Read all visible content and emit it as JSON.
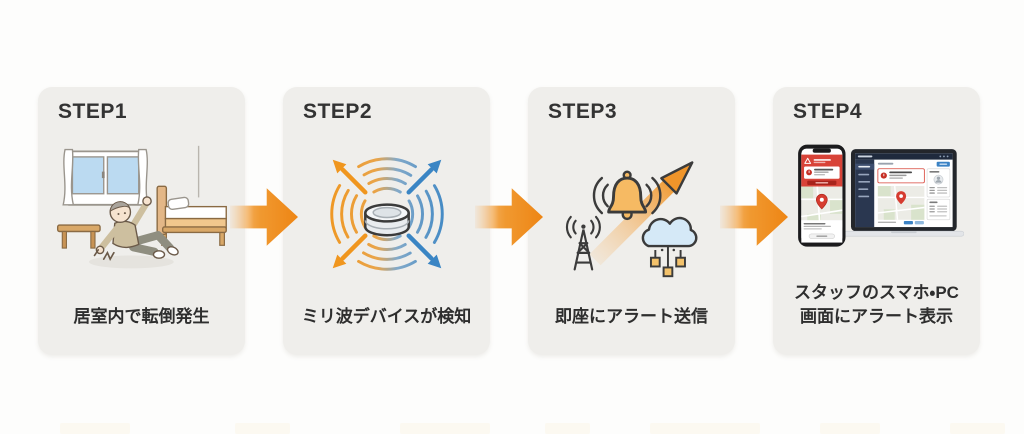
{
  "diagram": {
    "background": "#FDFDFC",
    "card_background": "#EFEEEB",
    "text_color": "#333333",
    "accent_orange": "#EE8514",
    "wave_orange": "#F0961E",
    "wave_blue": "#3A85C4",
    "alert_red": "#D84338"
  },
  "steps": [
    {
      "title": "STEP1",
      "caption": "居室内で転倒発生",
      "icon": "bedroom-fall-illustration"
    },
    {
      "title": "STEP2",
      "caption": "ミリ波デバイスが検知",
      "icon": "mmwave-device-radar-icon"
    },
    {
      "title": "STEP3",
      "caption": "即座にアラート送信",
      "icon": "alert-bell-transmission-icon"
    },
    {
      "title": "STEP4",
      "caption": "スタッフのスマホ・PC\n画面にアラート表示",
      "icon": "smartphone-laptop-alert-illustration"
    }
  ],
  "arrows": {
    "icon": "flow-arrow-right-icon",
    "count": 3
  }
}
